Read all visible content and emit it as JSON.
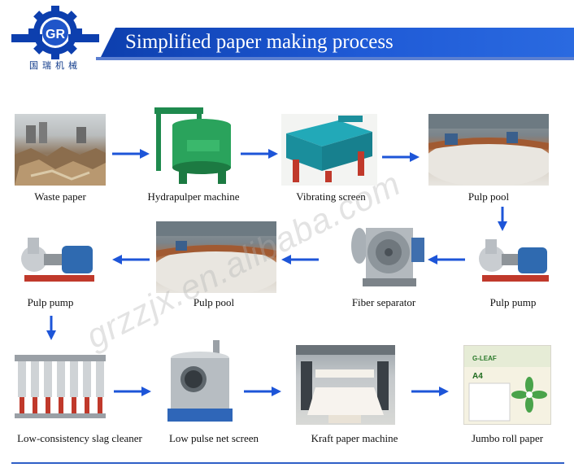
{
  "logo": {
    "initials": "GR",
    "subtitle": "国瑞机械"
  },
  "title": "Simplified paper making process",
  "watermark": "grzzjx.en.alibaba.com",
  "steps": [
    {
      "label": "Waste paper"
    },
    {
      "label": "Hydrapulper machine"
    },
    {
      "label": "Vibrating screen"
    },
    {
      "label": "Pulp pool"
    },
    {
      "label": "Pulp pump"
    },
    {
      "label": "Fiber separator"
    },
    {
      "label": "Pulp pool"
    },
    {
      "label": "Pulp pump"
    },
    {
      "label": "Low-consistency slag cleaner"
    },
    {
      "label": "Low pulse net screen"
    },
    {
      "label": "Kraft paper machine"
    },
    {
      "label": "Jumbo roll paper"
    }
  ],
  "product": {
    "brand": "G-LEAF",
    "size": "A4"
  },
  "colors": {
    "arrow": "#1d55d8",
    "title_bar": "#1447c0"
  }
}
